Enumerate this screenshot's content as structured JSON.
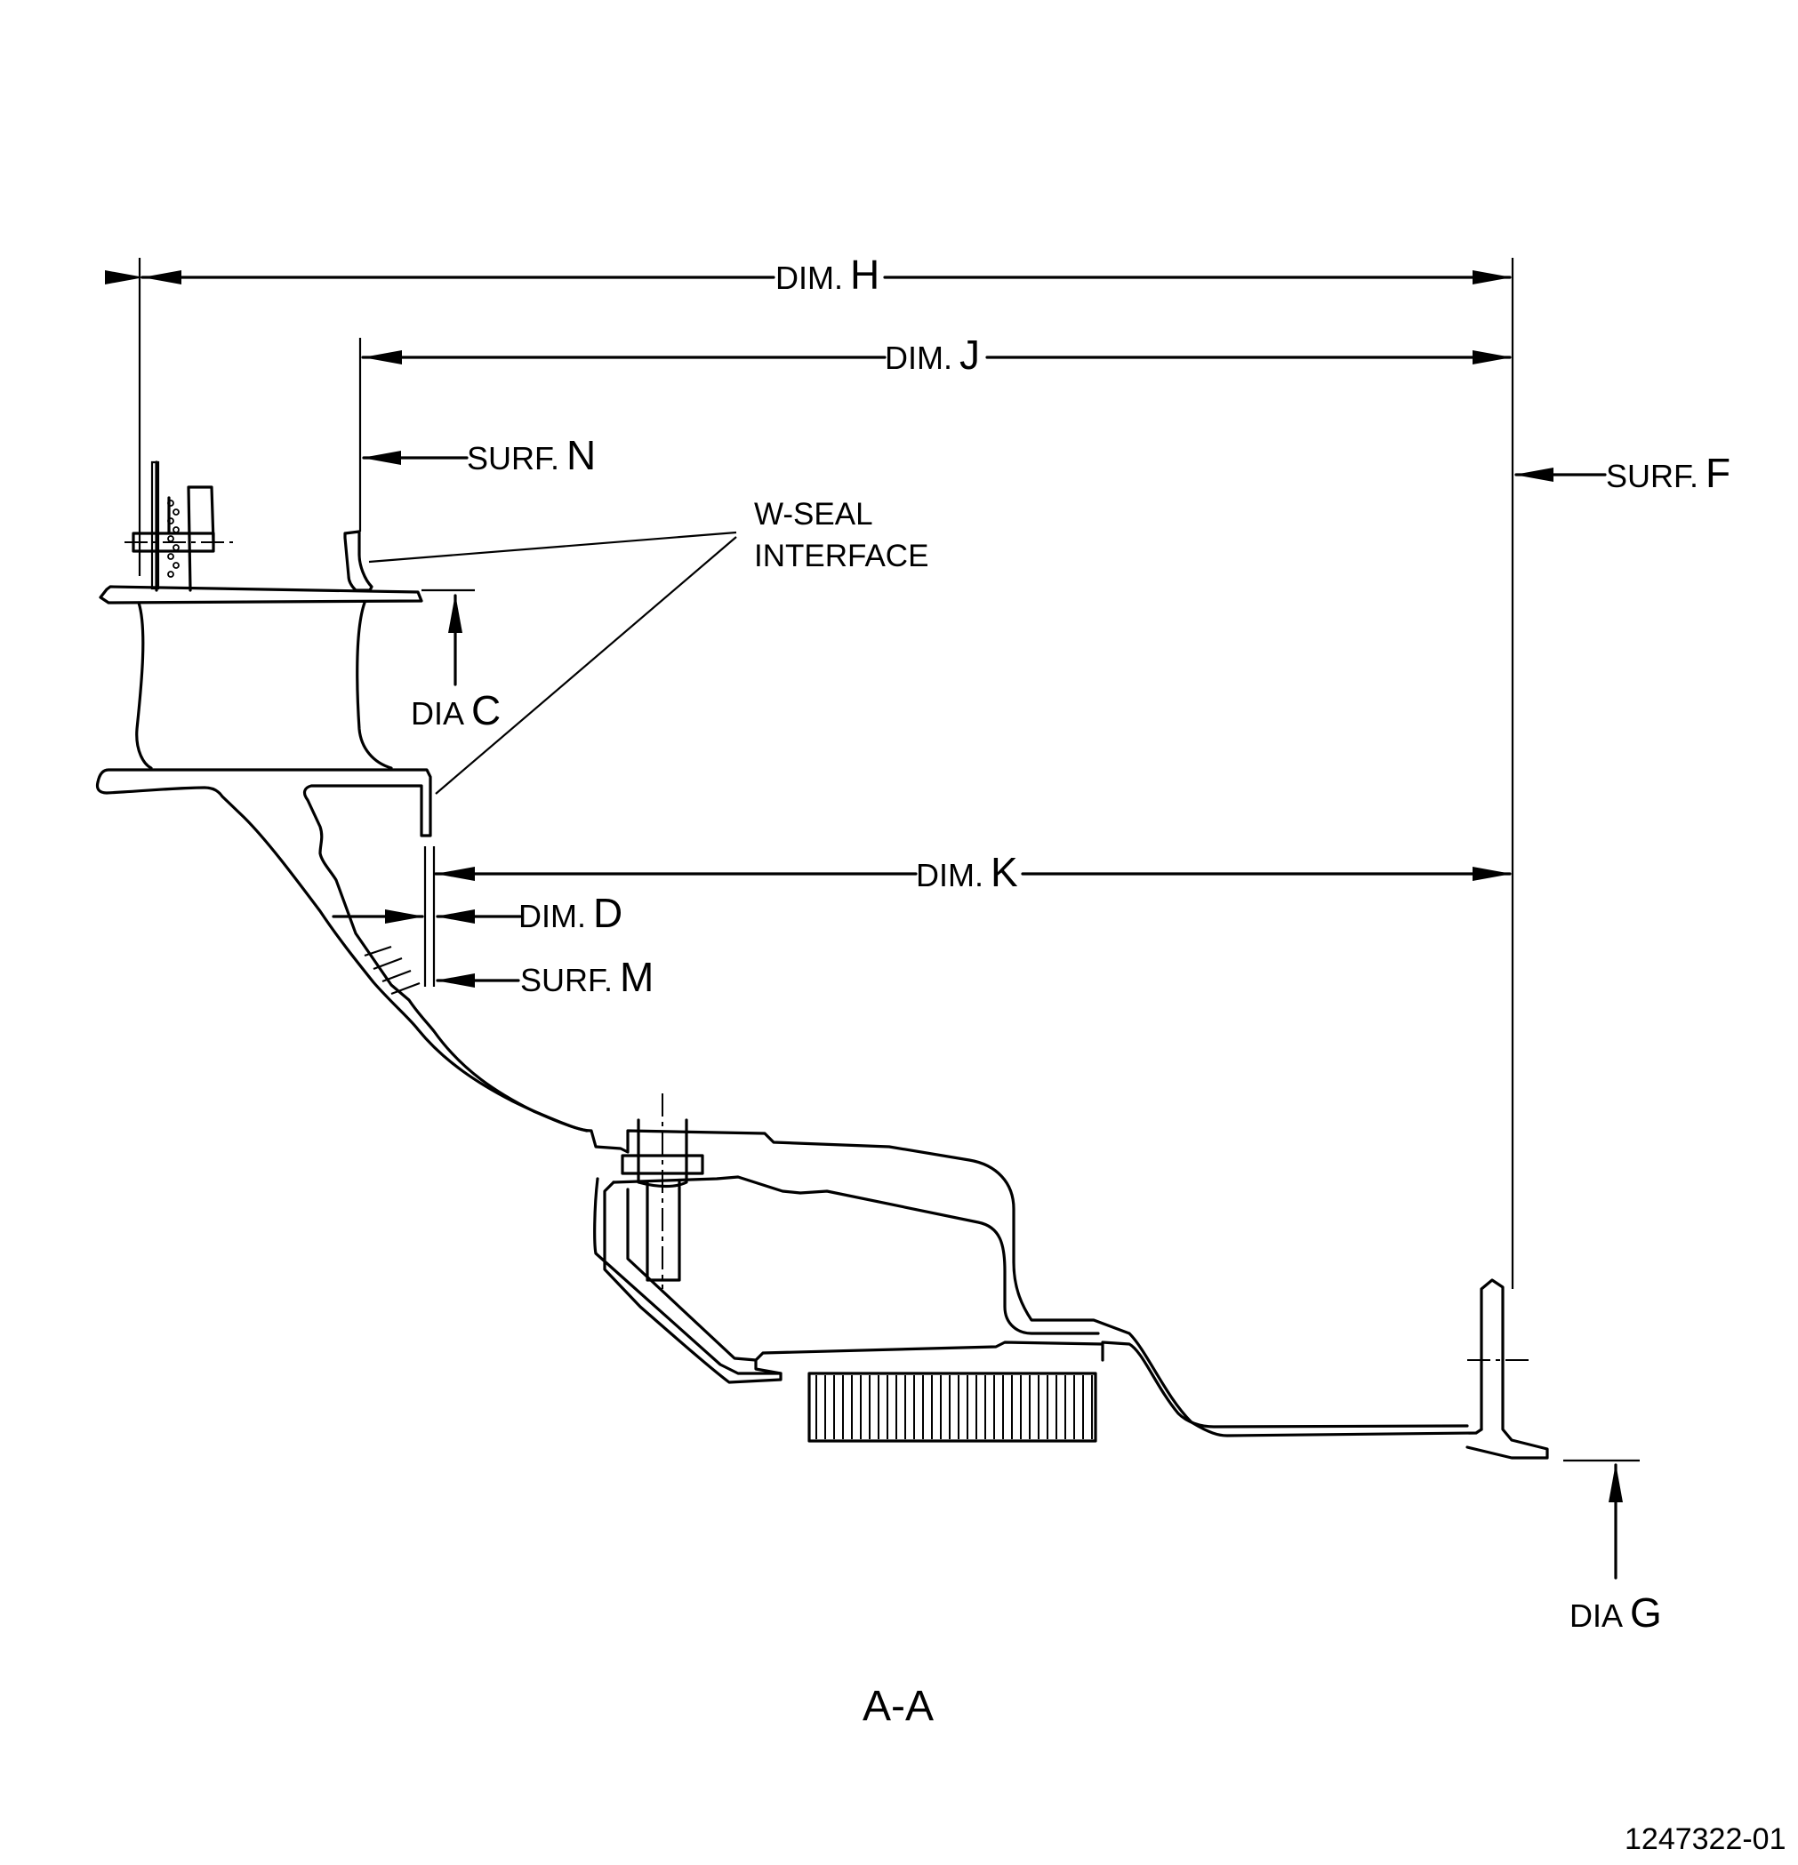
{
  "dimensions": {
    "h": {
      "prefix": "DIM.",
      "letter": "H"
    },
    "j": {
      "prefix": "DIM.",
      "letter": "J"
    },
    "k": {
      "prefix": "DIM.",
      "letter": "K"
    },
    "d": {
      "prefix": "DIM.",
      "letter": "D"
    }
  },
  "surfaces": {
    "n": {
      "prefix": "SURF.",
      "letter": "N"
    },
    "f": {
      "prefix": "SURF.",
      "letter": "F"
    },
    "m": {
      "prefix": "SURF.",
      "letter": "M"
    }
  },
  "diameters": {
    "c": {
      "prefix": "DIA",
      "letter": "C"
    },
    "g": {
      "prefix": "DIA",
      "letter": "G"
    }
  },
  "note": {
    "line1": "W-SEAL",
    "line2": "INTERFACE"
  },
  "section_label": "A-A",
  "figure_ref": "1247322-01"
}
